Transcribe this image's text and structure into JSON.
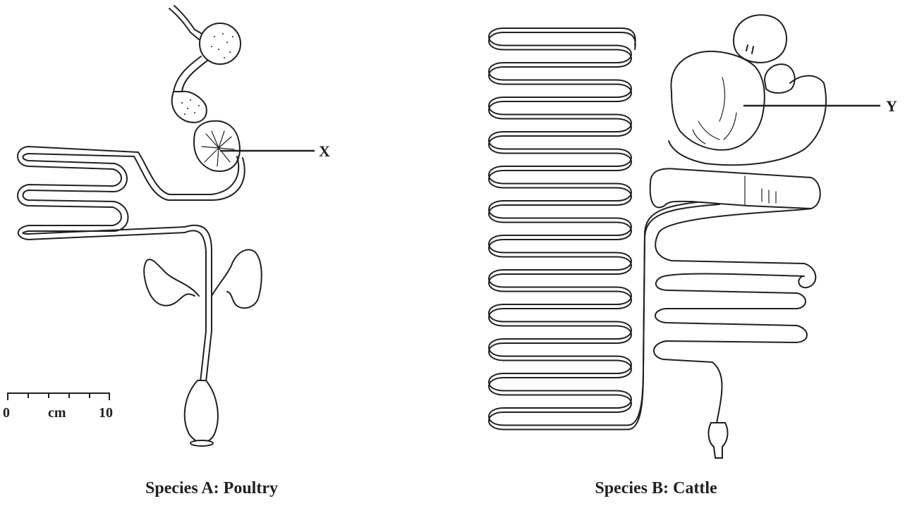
{
  "species_a": {
    "caption": "Species A: Poultry",
    "label": "X",
    "scale_bar": {
      "start": "0",
      "unit": "cm",
      "end": "10"
    }
  },
  "species_b": {
    "caption": "Species B: Cattle",
    "label": "Y"
  }
}
